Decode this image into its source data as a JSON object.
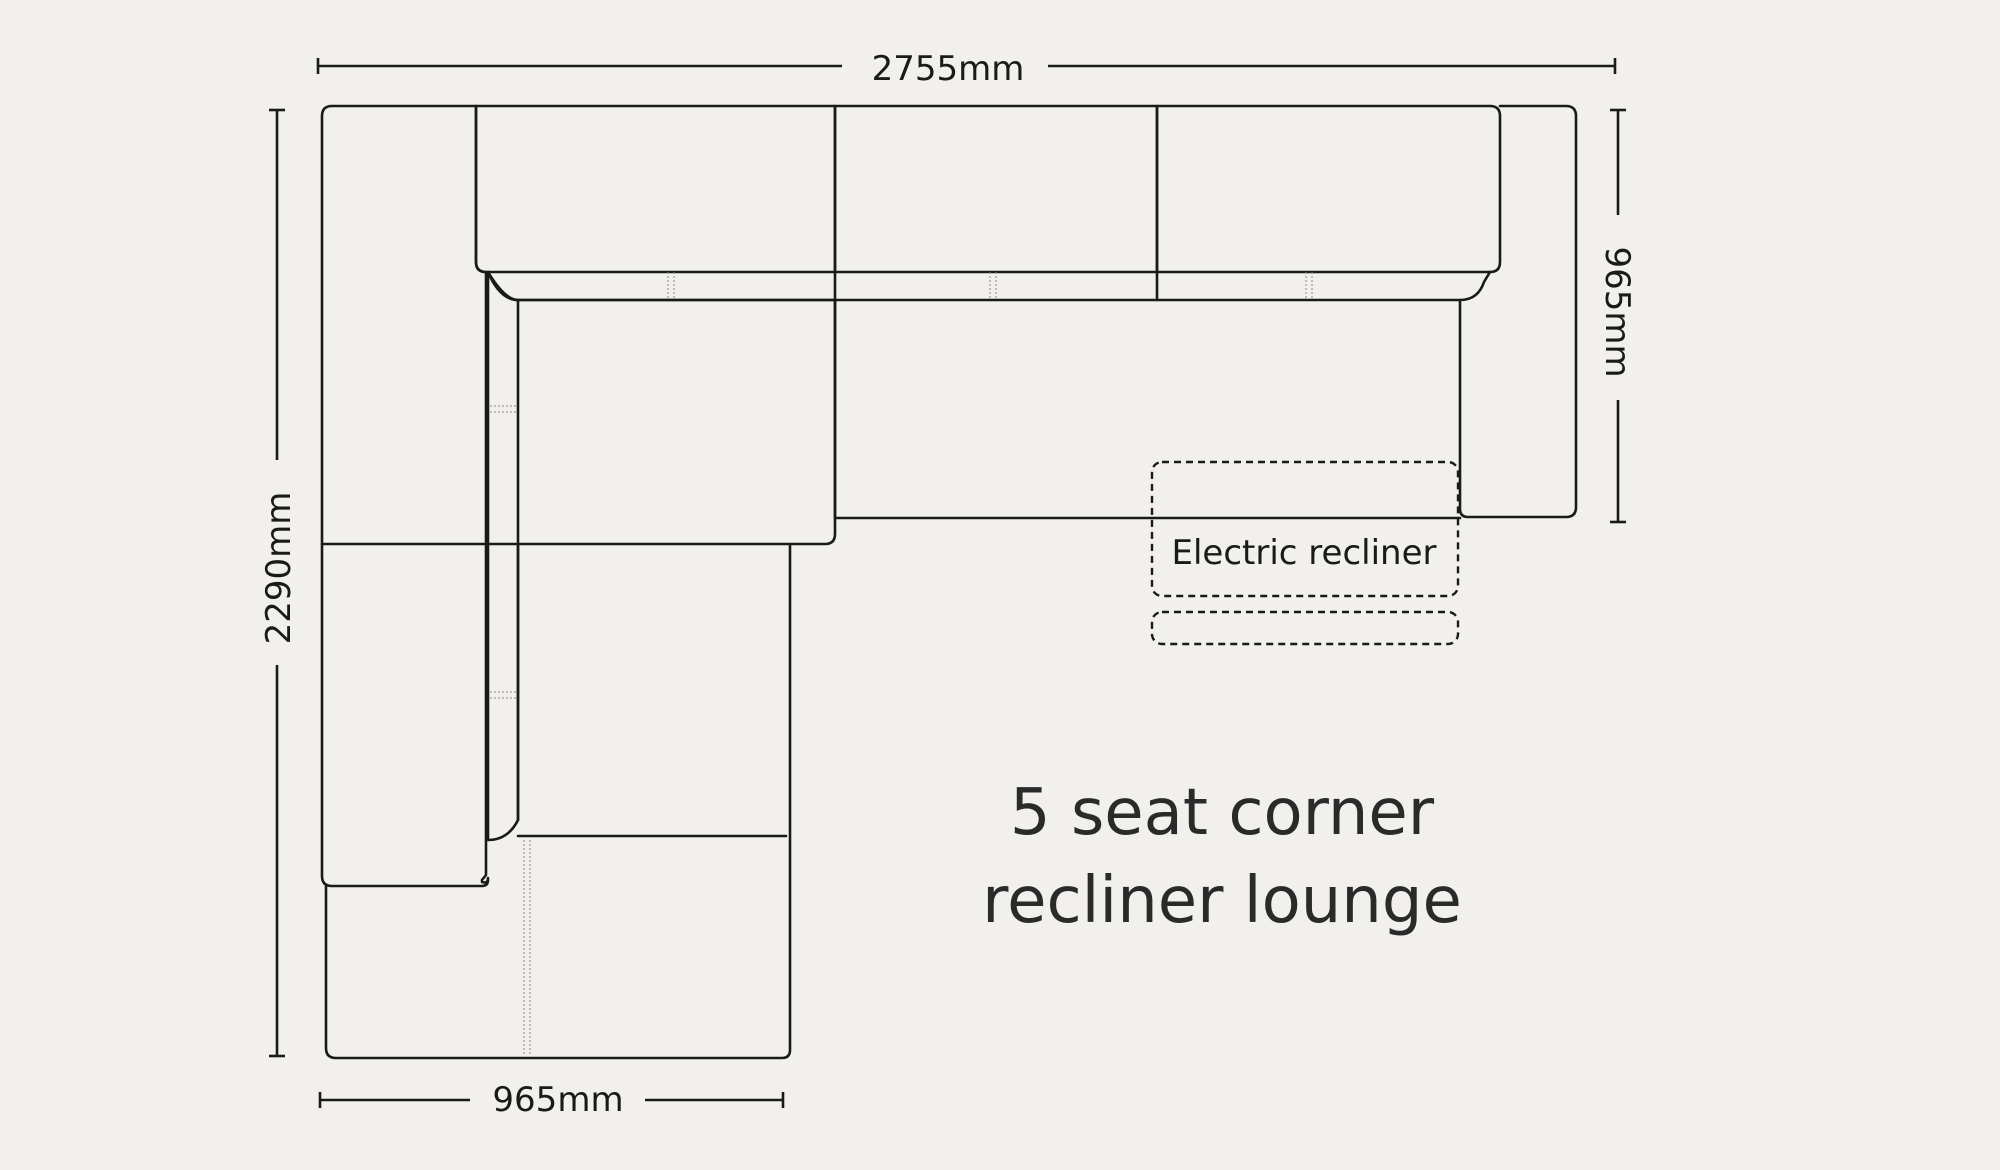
{
  "dimensions": {
    "top_width": "2755mm",
    "left_height": "2290mm",
    "right_depth": "965mm",
    "bottom_width": "965mm"
  },
  "labels": {
    "recliner": "Electric recliner"
  },
  "title": {
    "line1": "5 seat corner",
    "line2": "recliner lounge"
  }
}
